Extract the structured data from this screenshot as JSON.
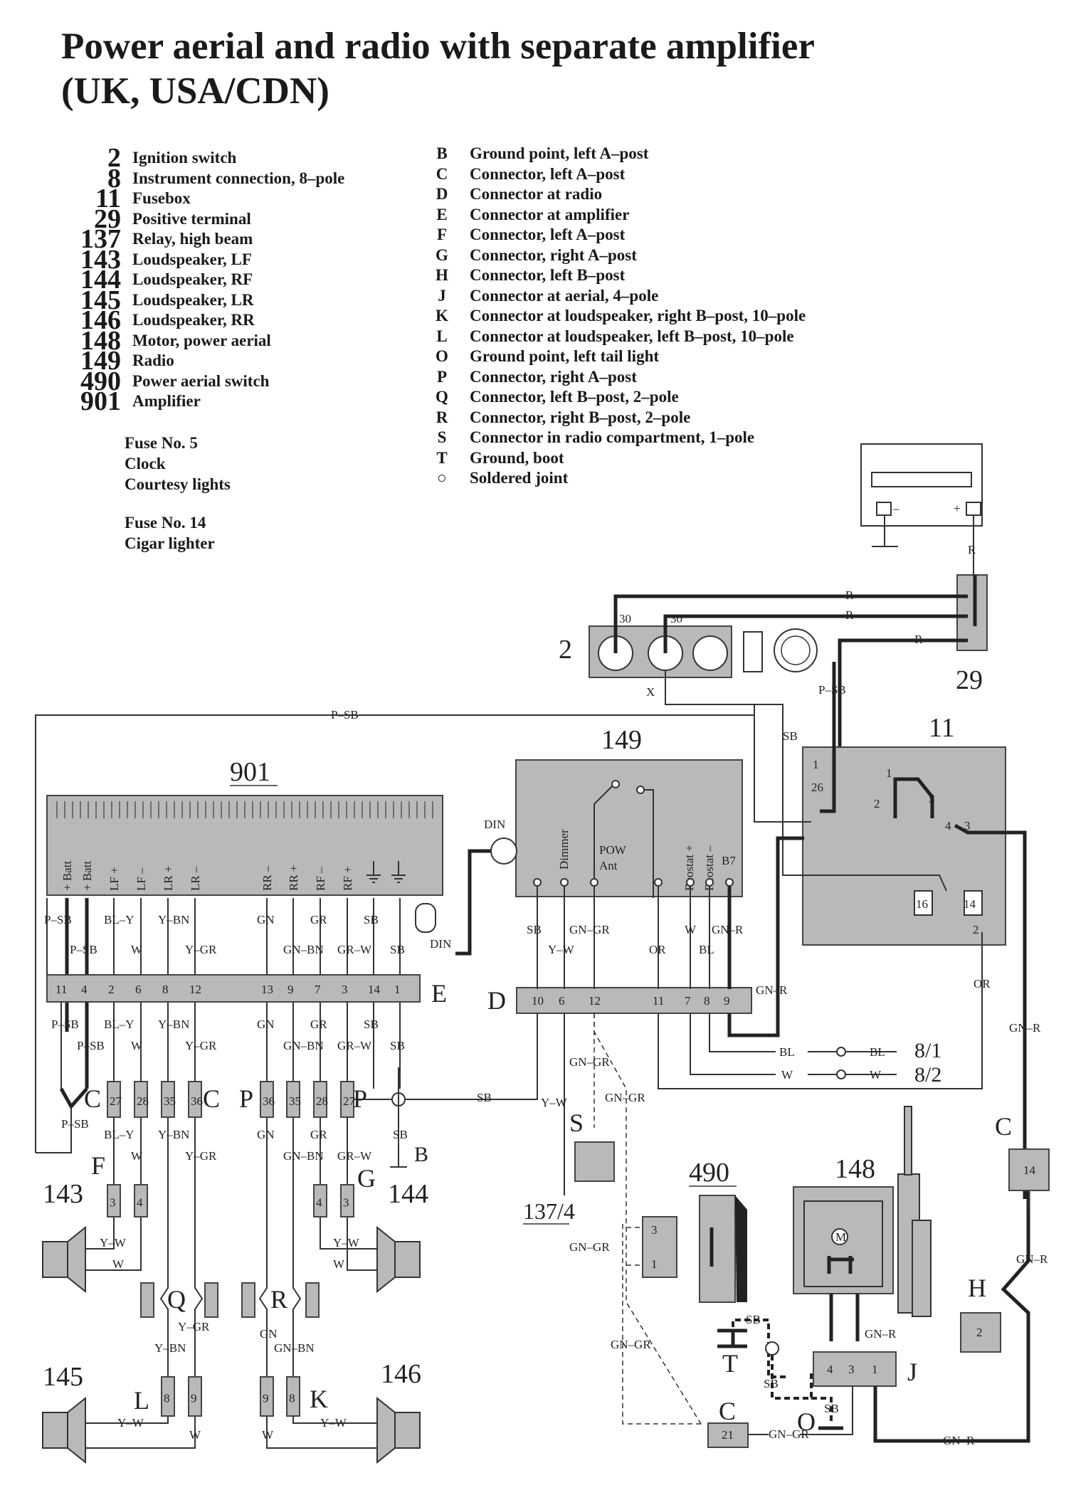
{
  "title": "Power aerial and radio with separate amplifier (UK, USA/CDN)",
  "legend_components": [
    {
      "num": "2",
      "label": "Ignition switch"
    },
    {
      "num": "8",
      "label": "Instrument connection, 8–pole"
    },
    {
      "num": "11",
      "label": "Fusebox"
    },
    {
      "num": "29",
      "label": "Positive terminal"
    },
    {
      "num": "137",
      "label": "Relay, high beam"
    },
    {
      "num": "143",
      "label": "Loudspeaker, LF"
    },
    {
      "num": "144",
      "label": "Loudspeaker, RF"
    },
    {
      "num": "145",
      "label": "Loudspeaker, LR"
    },
    {
      "num": "146",
      "label": "Loudspeaker, RR"
    },
    {
      "num": "148",
      "label": "Motor, power aerial"
    },
    {
      "num": "149",
      "label": "Radio"
    },
    {
      "num": "490",
      "label": "Power aerial switch"
    },
    {
      "num": "901",
      "label": "Amplifier"
    }
  ],
  "legend_connectors": [
    {
      "key": "B",
      "label": "Ground point, left A–post"
    },
    {
      "key": "C",
      "label": "Connector, left A–post"
    },
    {
      "key": "D",
      "label": "Connector at radio"
    },
    {
      "key": "E",
      "label": "Connector at amplifier"
    },
    {
      "key": "F",
      "label": "Connector, left A–post"
    },
    {
      "key": "G",
      "label": "Connector, right A–post"
    },
    {
      "key": "H",
      "label": "Connector, left B–post"
    },
    {
      "key": "J",
      "label": "Connector at aerial, 4–pole"
    },
    {
      "key": "K",
      "label": "Connector at loudspeaker, right B–post, 10–pole"
    },
    {
      "key": "L",
      "label": "Connector at loudspeaker, left B–post, 10–pole"
    },
    {
      "key": "O",
      "label": "Ground point, left tail light"
    },
    {
      "key": "P",
      "label": "Connector, right A–post"
    },
    {
      "key": "Q",
      "label": "Connector, left B–post, 2–pole"
    },
    {
      "key": "R",
      "label": "Connector, right B–post, 2–pole"
    },
    {
      "key": "S",
      "label": "Connector in radio compartment, 1–pole"
    },
    {
      "key": "T",
      "label": "Ground, boot"
    },
    {
      "key": "○",
      "label": "Soldered joint"
    }
  ],
  "fuse5": {
    "title": "Fuse No. 5",
    "items": [
      "Clock",
      "Courtesy lights"
    ]
  },
  "fuse14": {
    "title": "Fuse No. 14",
    "items": [
      "Cigar lighter"
    ]
  },
  "diagram": {
    "components": {
      "ignition": "2",
      "positive": "29",
      "fusebox": "11",
      "radio": "149",
      "amplifier": "901",
      "aerial_motor": "148",
      "aerial_switch": "490",
      "lf": "143",
      "rf": "144",
      "lr": "145",
      "rr": "146",
      "relay": "137/4"
    },
    "amp_terminals": [
      "+ Batt",
      "+ Batt",
      "LF +",
      "LF –",
      "LR +",
      "LR –",
      "RR –",
      "RR +",
      "RF –",
      "RF +"
    ],
    "radio_terminals": [
      "Dimmer",
      "Reostat +",
      "Reostat –",
      "B7"
    ],
    "radio_switch_label": [
      "POW",
      "Ant"
    ],
    "din": "DIN",
    "connector_E_pins": [
      "11",
      "4",
      "2",
      "6",
      "8",
      "12",
      "13",
      "9",
      "7",
      "3",
      "14",
      "1"
    ],
    "connector_D_pins": [
      "10",
      "6",
      "12",
      "11",
      "7",
      "8",
      "9"
    ],
    "connector_J_pins": [
      "4",
      "3",
      "1"
    ],
    "left_c_pins": [
      "27",
      "28",
      "35",
      "36"
    ],
    "right_p_pins": [
      "36",
      "35",
      "28",
      "27"
    ],
    "f_pins": [
      "3",
      "4"
    ],
    "g_pins": [
      "4",
      "3"
    ],
    "l_pins": [
      "8",
      "9"
    ],
    "k_pins": [
      "9",
      "8"
    ],
    "switch_pins": [
      "3",
      "1"
    ],
    "fusebox_pins": [
      "1",
      "26",
      "1",
      "2",
      "5",
      "4",
      "3",
      "16",
      "14",
      "2"
    ],
    "ign_pins": [
      "30",
      "30",
      "X"
    ],
    "c_mid_pin": "14",
    "h_pin": "2",
    "c_bottom_pin": "21",
    "refs": {
      "b81": "8/1",
      "b82": "8/2"
    },
    "letters": {
      "B": "B",
      "C": "C",
      "D": "D",
      "E": "E",
      "F": "F",
      "G": "G",
      "H": "H",
      "J": "J",
      "K": "K",
      "L": "L",
      "O": "O",
      "P": "P",
      "Q": "Q",
      "R": "R",
      "S": "S",
      "T": "T"
    },
    "wire_colors": {
      "R": "R",
      "PSB": "P–SB",
      "SB": "SB",
      "BLY": "BL–Y",
      "W": "W",
      "YBN": "Y–BN",
      "YGR": "Y–GR",
      "GN": "GN",
      "GNBN": "GN–BN",
      "GR": "GR",
      "GRW": "GR–W",
      "YW": "Y–W",
      "GNGR": "GN–GR",
      "OR": "OR",
      "BL": "BL",
      "GNR": "GN–R",
      "X": "X"
    }
  }
}
